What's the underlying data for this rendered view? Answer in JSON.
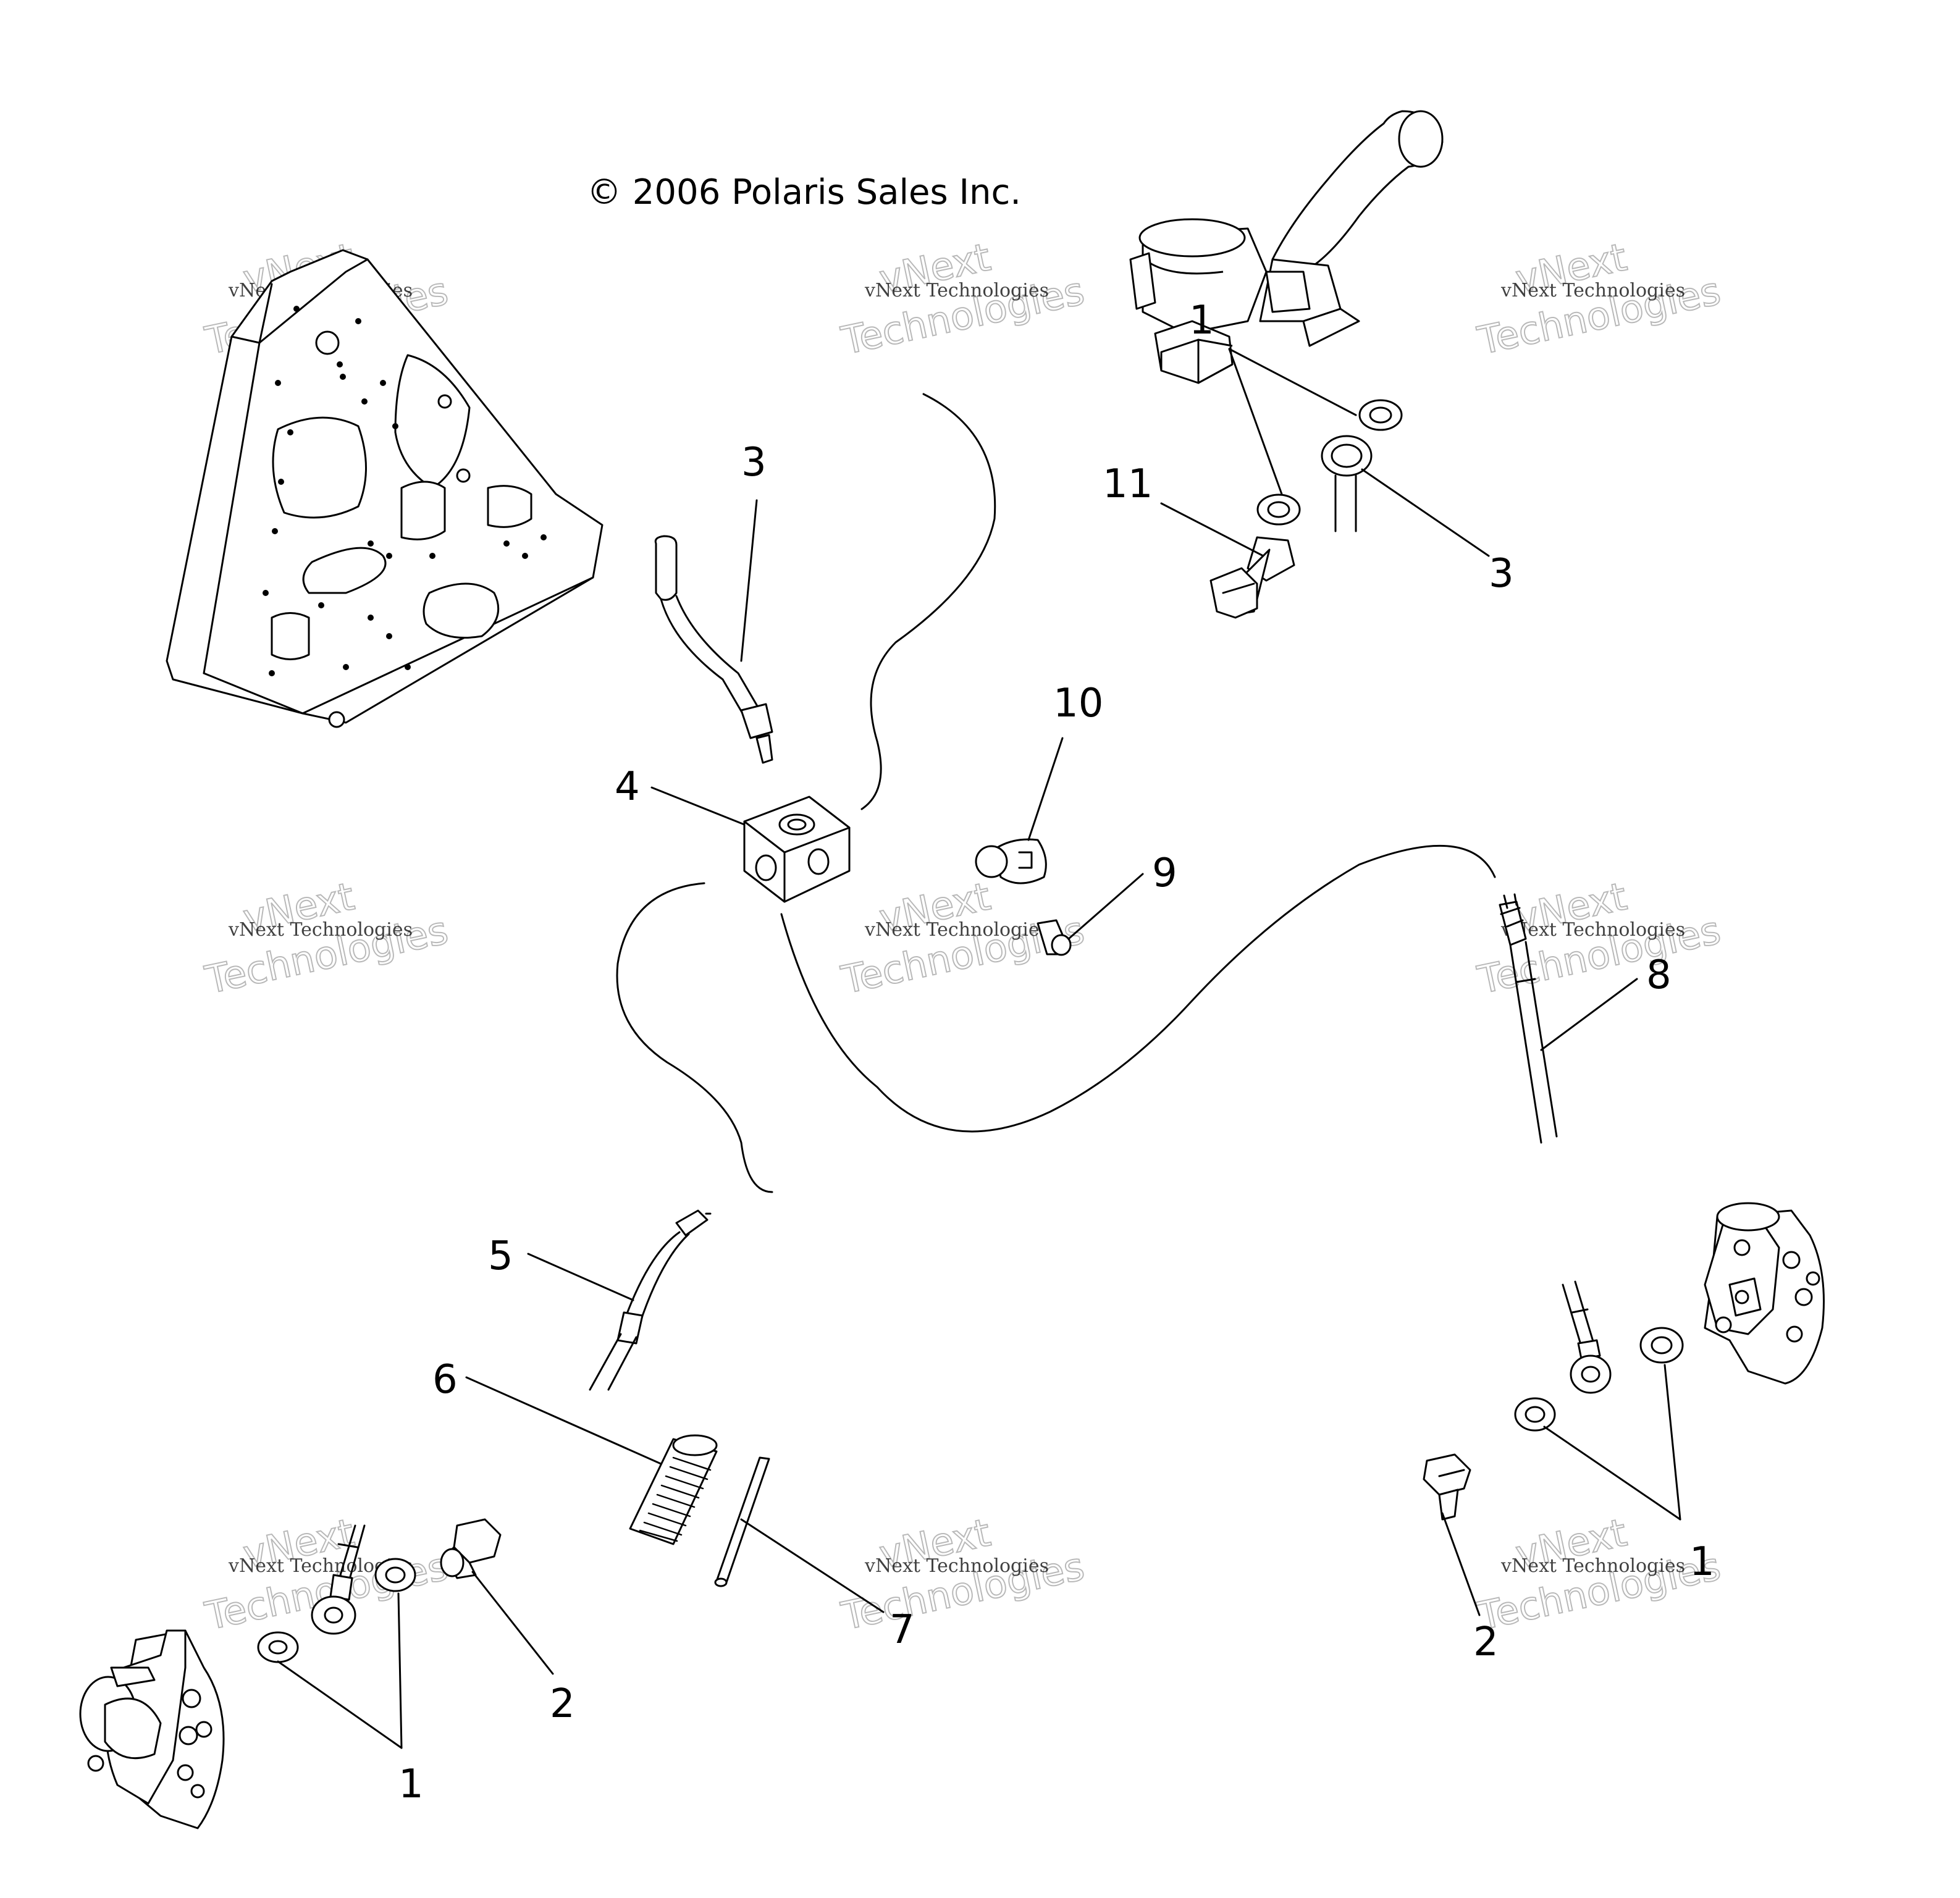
{
  "copyright": "© 2006 Polaris Sales Inc.",
  "watermark": {
    "small": "vNext Technologies",
    "large_top": "vNext",
    "large_bottom": "Technologies"
  },
  "callouts": {
    "master_washer_1": "1",
    "master_washer_3": "3",
    "master_bolt_11": "11",
    "upper_line_3": "3",
    "junction_block_4": "4",
    "bleeder_10": "10",
    "bleeder_9": "9",
    "right_line_8": "8",
    "left_line_5": "5",
    "spring_6": "6",
    "pin_7": "7",
    "left_bolt_2": "2",
    "left_washers_1": "1",
    "right_bolt_2": "2",
    "right_washers_1": "1"
  }
}
